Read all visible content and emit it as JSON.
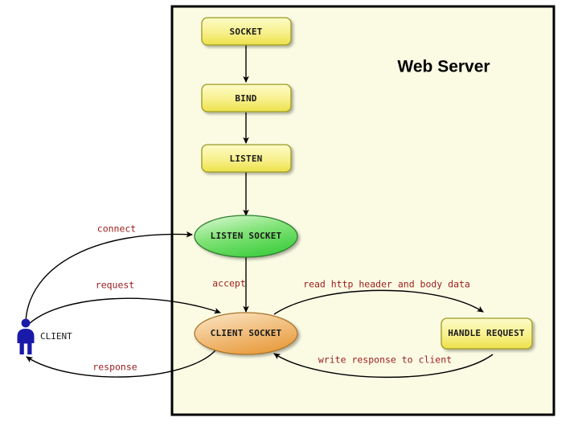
{
  "diagram": {
    "title": "Web Server",
    "container": {
      "label": "Web Server",
      "background": "#fbfbe4",
      "border": "#000000"
    },
    "actor": {
      "name": "CLIENT",
      "icon": "person-icon",
      "color": "#1a1aaa"
    },
    "nodes": [
      {
        "id": "socket",
        "label": "SOCKET",
        "shape": "rounded-rect",
        "fill": "#f2ec6e",
        "stroke": "#9a9a20"
      },
      {
        "id": "bind",
        "label": "BIND",
        "shape": "rounded-rect",
        "fill": "#f2ec6e",
        "stroke": "#9a9a20"
      },
      {
        "id": "listen",
        "label": "LISTEN",
        "shape": "rounded-rect",
        "fill": "#f2ec6e",
        "stroke": "#9a9a20"
      },
      {
        "id": "listen-socket",
        "label": "LISTEN SOCKET",
        "shape": "ellipse",
        "fill": "#55d755",
        "stroke": "#2e7d2e"
      },
      {
        "id": "client-socket",
        "label": "CLIENT SOCKET",
        "shape": "ellipse",
        "fill": "#edab50",
        "stroke": "#a8742a"
      },
      {
        "id": "handle-request",
        "label": "HANDLE REQUEST",
        "shape": "rounded-rect",
        "fill": "#f2ec6e",
        "stroke": "#9a9a20"
      }
    ],
    "edges": [
      {
        "id": "socket-bind",
        "label": "",
        "from": "socket",
        "to": "bind"
      },
      {
        "id": "bind-listen",
        "label": "",
        "from": "bind",
        "to": "listen"
      },
      {
        "id": "listen-listensocket",
        "label": "",
        "from": "listen",
        "to": "listen-socket"
      },
      {
        "id": "client-connect",
        "label": "connect",
        "from": "CLIENT",
        "to": "listen-socket"
      },
      {
        "id": "listensocket-accept",
        "label": "accept",
        "from": "listen-socket",
        "to": "client-socket"
      },
      {
        "id": "client-request",
        "label": "request",
        "from": "CLIENT",
        "to": "client-socket"
      },
      {
        "id": "clientsocket-read",
        "label": "read http header and body data",
        "from": "client-socket",
        "to": "handle-request"
      },
      {
        "id": "handlerequest-write",
        "label": "write response to client",
        "from": "handle-request",
        "to": "client-socket"
      },
      {
        "id": "clientsocket-response",
        "label": "response",
        "from": "client-socket",
        "to": "CLIENT"
      }
    ],
    "label_color": "#9b1b1b"
  }
}
